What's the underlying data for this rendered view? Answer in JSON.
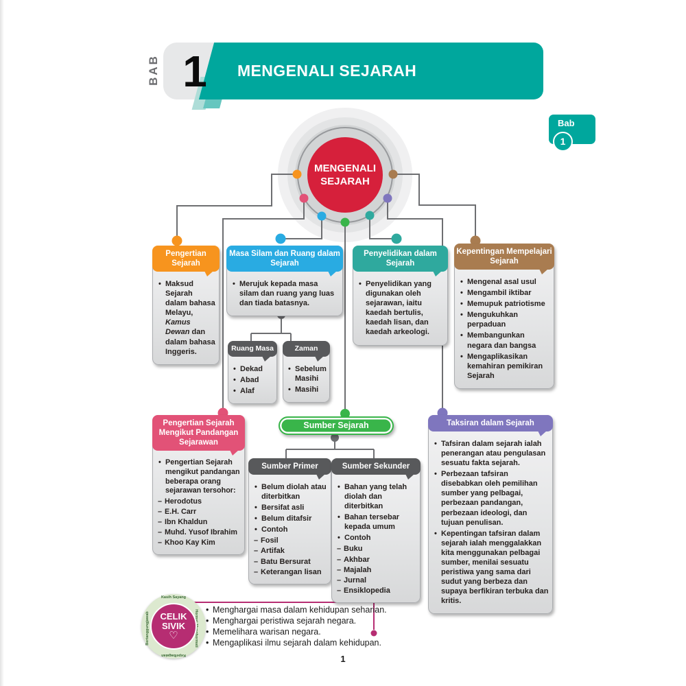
{
  "header": {
    "bab_vertical": "BAB",
    "chapter_number": "1",
    "title": "MENGENALI SEJARAH"
  },
  "corner_badge": {
    "label": "Bab",
    "number": "1"
  },
  "hub": {
    "line1": "MENGENALI",
    "line2": "SEJARAH"
  },
  "boxes": {
    "pengertian": {
      "title": "Pengertian Sejarah",
      "bullet_pre": "Maksud Sejarah dalam bahasa Melayu, ",
      "bullet_italic": "Kamus Dewan",
      "bullet_post": " dan dalam bahasa Inggeris."
    },
    "masa_silam": {
      "title": "Masa Silam dan Ruang dalam Sejarah",
      "items": [
        "Merujuk kepada masa silam dan ruang yang luas dan tiada batasnya."
      ]
    },
    "ruang_masa": {
      "title": "Ruang Masa",
      "items": [
        "Dekad",
        "Abad",
        "Alaf"
      ]
    },
    "zaman": {
      "title": "Zaman",
      "items": [
        "Sebelum Masihi",
        "Masihi"
      ]
    },
    "penyelidikan": {
      "title": "Penyelidikan dalam Sejarah",
      "items": [
        "Penyelidikan yang digunakan oleh sejarawan, iaitu kaedah bertulis, kaedah lisan, dan kaedah arkeologi."
      ]
    },
    "kepentingan": {
      "title": "Kepentingan Mempelajari Sejarah",
      "items": [
        "Mengenal asal usul",
        "Mengambil iktibar",
        "Memupuk patriotisme",
        "Mengukuhkan perpaduan",
        "Membangunkan negara dan bangsa",
        "Mengaplikasikan kemahiran pemikiran Sejarah"
      ]
    },
    "pandangan": {
      "title": "Pengertian Sejarah Mengikut Pandangan Sejarawan",
      "intro": "Pengertian Sejarah mengikut pandangan beberapa orang sejarawan tersohor:",
      "names": [
        "Herodotus",
        "E.H. Carr",
        "Ibn Khaldun",
        "Muhd. Yusof Ibrahim",
        "Khoo Kay Kim"
      ]
    },
    "sumber": {
      "title": "Sumber Sejarah"
    },
    "sumber_primer": {
      "title": "Sumber Primer",
      "items": [
        "Belum diolah atau diterbitkan",
        "Bersifat asli",
        "Belum ditafsir",
        "Contoh"
      ],
      "contoh": [
        "Fosil",
        "Artifak",
        "Batu Bersurat",
        "Keterangan lisan"
      ]
    },
    "sumber_sekunder": {
      "title": "Sumber Sekunder",
      "items": [
        "Bahan yang telah diolah dan diterbitkan",
        "Bahan tersebar kepada umum",
        "Contoh"
      ],
      "contoh": [
        "Buku",
        "Akhbar",
        "Majalah",
        "Jurnal",
        "Ensiklopedia"
      ]
    },
    "taksiran": {
      "title": "Taksiran dalam Sejarah",
      "items": [
        "Tafsiran dalam sejarah ialah penerangan atau pengulasan sesuatu fakta sejarah.",
        "Perbezaan tafsiran disebabkan oleh pemilihan sumber yang pelbagai, perbezaan pandangan, perbezaan ideologi, dan tujuan penulisan.",
        "Kepentingan tafsiran dalam sejarah ialah menggalakkan kita menggunakan pelbagai sumber, menilai sesuatu peristiwa yang sama dari sudut yang berbeza dan supaya berfikiran terbuka dan kritis."
      ]
    }
  },
  "celik_sivik": {
    "label_line1": "CELIK",
    "label_line2": "SIVIK",
    "heart_icon": "♡",
    "ring_labels": [
      "Kasih Sayang",
      "Hormat-Menghormati",
      "Kepelbagaian",
      "Bertanggungjawab"
    ],
    "items": [
      "Menghargai masa dalam kehidupan seharian.",
      "Menghargai peristiwa sejarah negara.",
      "Memelihara warisan negara.",
      "Mengaplikasi ilmu sejarah dalam kehidupan."
    ]
  },
  "page": {
    "number": "1"
  },
  "colors": {
    "banner_teal": "#00A79D",
    "hub_red": "#D6203B",
    "orange": "#F7941E",
    "blue": "#29ABE2",
    "teal": "#2FA99E",
    "brown": "#A97C50",
    "pink": "#E25277",
    "green": "#39B54A",
    "purple": "#7F76BE",
    "gray_header": "#58595B",
    "connector_gray": "#6D6E71",
    "civic_magenta": "#B62D72"
  }
}
